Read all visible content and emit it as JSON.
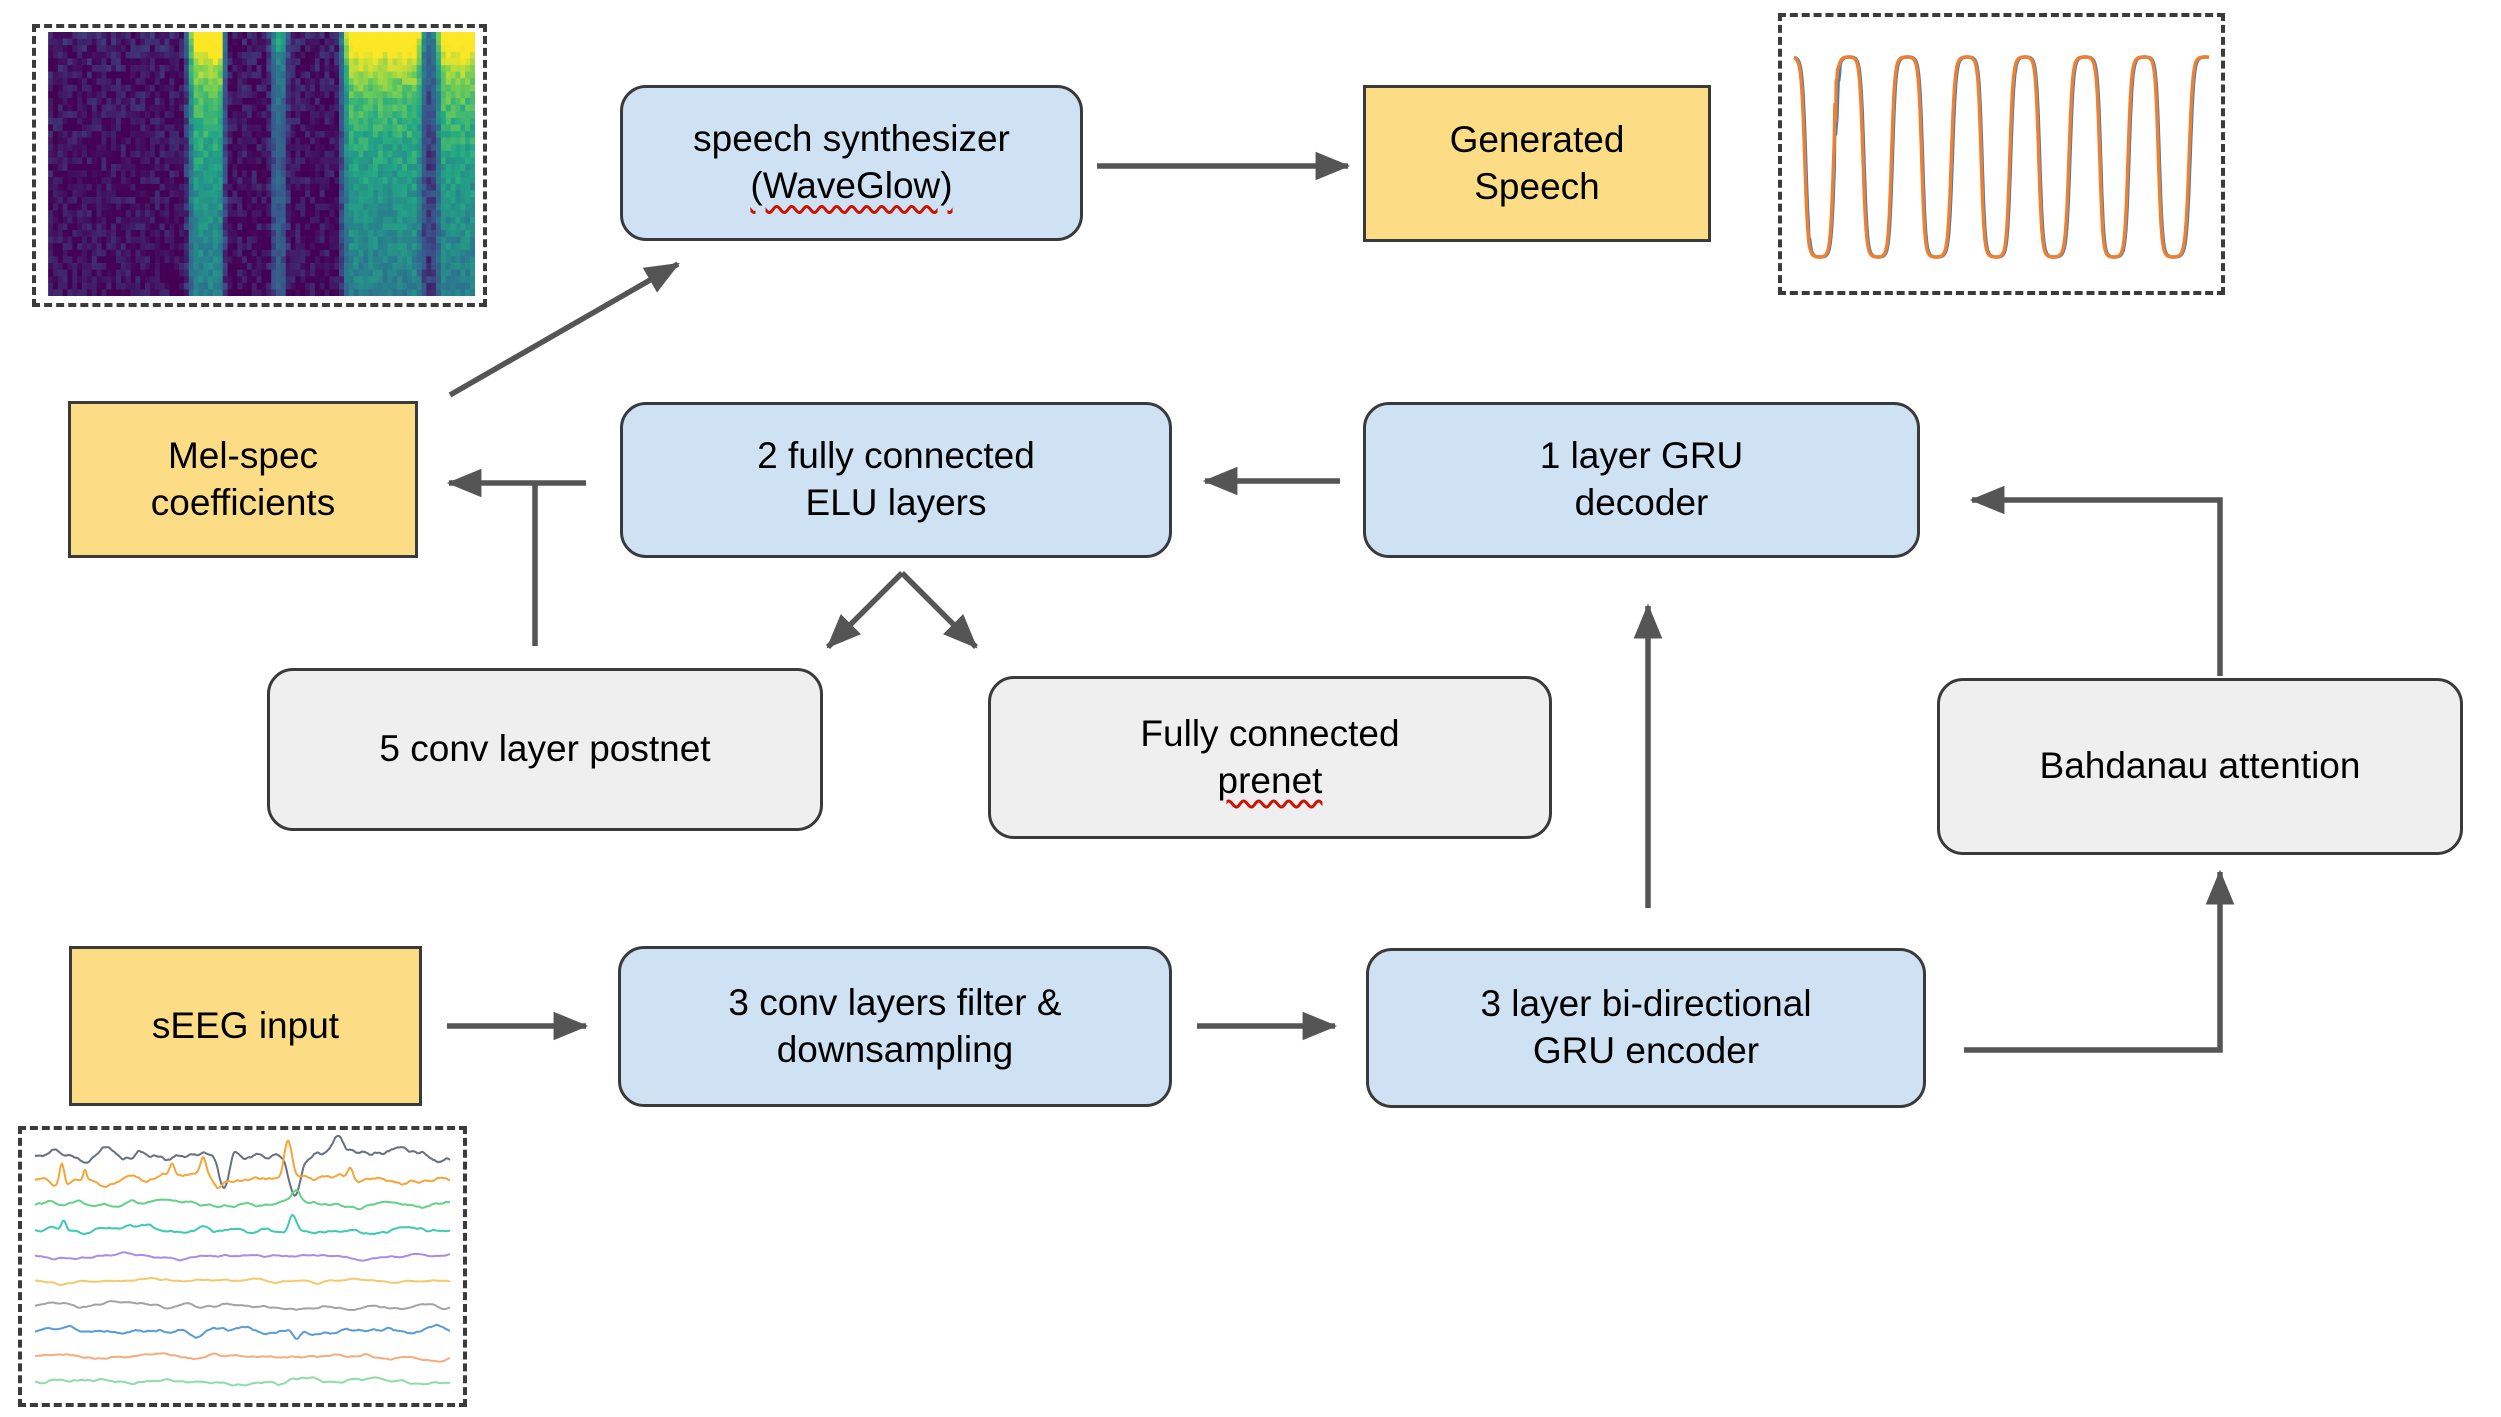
{
  "figure": {
    "nodes": {
      "synth": {
        "line1": "speech synthesizer",
        "line2": "(WaveGlow)"
      },
      "generated": {
        "line1": "Generated",
        "line2": "Speech"
      },
      "melspec": {
        "line1": "Mel-spec",
        "line2": "coefficients"
      },
      "elu": {
        "line1": "2 fully connected",
        "line2": "ELU layers"
      },
      "decoder": {
        "line1": "1 layer GRU",
        "line2": "decoder"
      },
      "postnet": {
        "line1": "5 conv layer postnet"
      },
      "prenet": {
        "line1": "Fully connected",
        "line2": "prenet"
      },
      "attention": {
        "line1": "Bahdanau attention"
      },
      "seeg": {
        "line1": "sEEG input"
      },
      "conv": {
        "line1": "3 conv layers filter &",
        "line2": "downsampling"
      },
      "encoder": {
        "line1": "3 layer bi-directional",
        "line2": "GRU encoder"
      }
    },
    "edges": [
      {
        "from": "seeg",
        "to": "conv"
      },
      {
        "from": "conv",
        "to": "encoder"
      },
      {
        "from": "encoder",
        "to": "decoder"
      },
      {
        "from": "encoder",
        "to": "attention"
      },
      {
        "from": "attention",
        "to": "decoder"
      },
      {
        "from": "decoder",
        "to": "elu"
      },
      {
        "from": "elu",
        "to": "melspec"
      },
      {
        "from": "postnet",
        "to": "melspec"
      },
      {
        "from": "elu",
        "to": "postnet"
      },
      {
        "from": "elu",
        "to": "prenet"
      },
      {
        "from": "melspec",
        "to": "synth"
      },
      {
        "from": "synth",
        "to": "generated"
      }
    ],
    "colors": {
      "process_box_fill": "#cfe2f3",
      "data_box_fill": "#fcdd85",
      "subnet_box_fill": "#efefef",
      "box_border": "#3a3a3a",
      "arrow": "#555555",
      "spellcheck_underline": "#cc1100"
    },
    "thumbnails": {
      "spectrogram": {
        "name": "mel-spectrogram-thumbnail",
        "colormap": [
          "#440154",
          "#3b528b",
          "#2a788e",
          "#22a884",
          "#7ad151",
          "#fde725"
        ]
      },
      "waveform": {
        "name": "generated-speech-waveform-thumbnail",
        "trace_colors": [
          "#3d7ebd",
          "#f07f2e"
        ]
      },
      "eeg": {
        "name": "seeg-traces-thumbnail",
        "trace_colors": [
          "#66707f",
          "#f5a63a",
          "#63d284",
          "#3ec9b4",
          "#a58fe3",
          "#f2ca6a",
          "#a3a3a3",
          "#5b9bd5",
          "#f4ab80",
          "#8fdca4"
        ]
      }
    }
  }
}
